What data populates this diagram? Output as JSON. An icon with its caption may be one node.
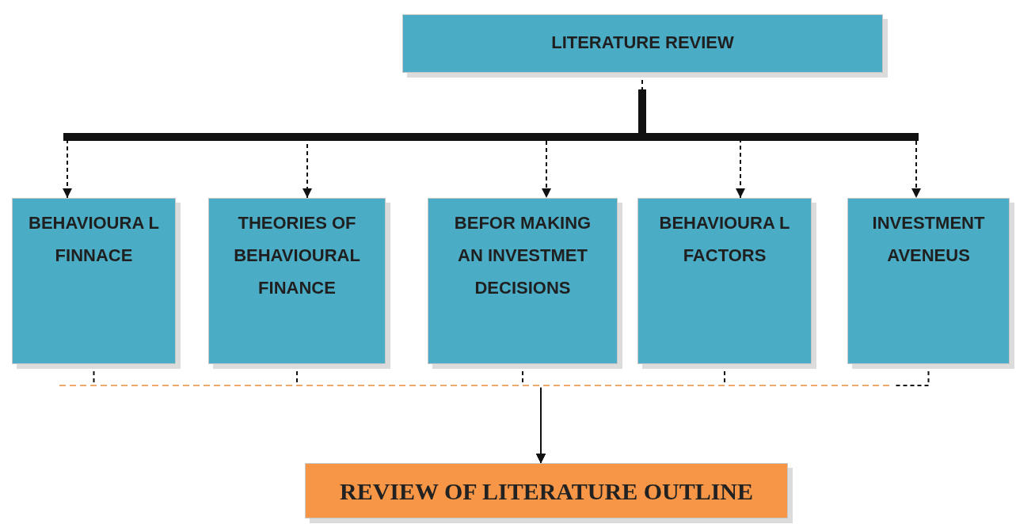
{
  "diagram": {
    "nodes": [
      {
        "text": [
          "LITERATURE REVIEW"
        ]
      },
      {
        "text": [
          "BEHAVIOURA L FINNACE"
        ]
      },
      {
        "text": [
          "THEORIES OF BEHAVIOURAL FINANCE"
        ]
      },
      {
        "text": [
          "BEFOR MAKING AN INVESTMET DECISIONS"
        ]
      },
      {
        "text": [
          "BEHAVIOURA L FACTORS"
        ]
      },
      {
        "text": [
          "INVESTMENT AVENEUS"
        ]
      },
      {
        "text": [
          "REVIEW OF LITERATURE OUTLINE"
        ]
      }
    ],
    "edges": [
      {
        "from": 0,
        "to": 1,
        "arrow": "to",
        "style": "dashed"
      },
      {
        "from": 0,
        "to": 2,
        "arrow": "to",
        "style": "dashed"
      },
      {
        "from": 0,
        "to": 3,
        "arrow": "to",
        "style": "dashed"
      },
      {
        "from": 0,
        "to": 4,
        "arrow": "to",
        "style": "dashed"
      },
      {
        "from": 0,
        "to": 5,
        "arrow": "to",
        "style": "dashed"
      },
      {
        "from": 1,
        "to": 6,
        "arrow": "to",
        "style": "dashed"
      },
      {
        "from": 2,
        "to": 6,
        "arrow": "to",
        "style": "dashed"
      },
      {
        "from": 3,
        "to": 6,
        "arrow": "to",
        "style": "dashed"
      },
      {
        "from": 4,
        "to": 6,
        "arrow": "to",
        "style": "dashed"
      },
      {
        "from": 5,
        "to": 6,
        "arrow": "to",
        "style": "dashed"
      }
    ]
  }
}
